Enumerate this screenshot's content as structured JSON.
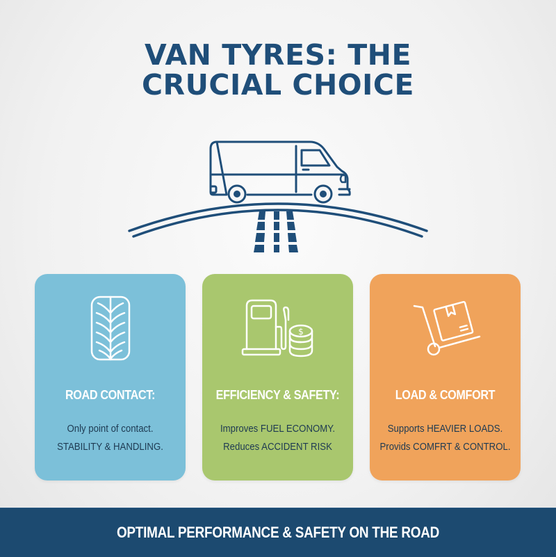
{
  "title": {
    "line1": "VAN TYRES: THE",
    "line2": "CRUCIAL CHOICE",
    "color": "#1f4e79"
  },
  "hero": {
    "icon": "van-on-road-icon"
  },
  "cards": [
    {
      "icon": "tyre-tread-icon",
      "heading": "ROAD CONTACT:",
      "line1": "Only point of contact.",
      "line2": "STABILITY & HANDLING.",
      "color": "#7cc0d9"
    },
    {
      "icon": "fuel-pump-coins-icon",
      "heading": "EFFICIENCY & SAFETY:",
      "line1": "Improves FUEL ECONOMY.",
      "line2": "Reduces ACCIDENT RISK",
      "color": "#a9c76e"
    },
    {
      "icon": "hand-truck-box-icon",
      "heading": "LOAD & COMFORT",
      "line1": "Supports HEAVIER LOADS.",
      "line2": "Provids COMFRT & CONTROL.",
      "color": "#f0a35b"
    }
  ],
  "footer": {
    "text": "OPTIMAL PERFORMANCE & SAFETY ON THE ROAD",
    "color": "#1c4a70"
  }
}
